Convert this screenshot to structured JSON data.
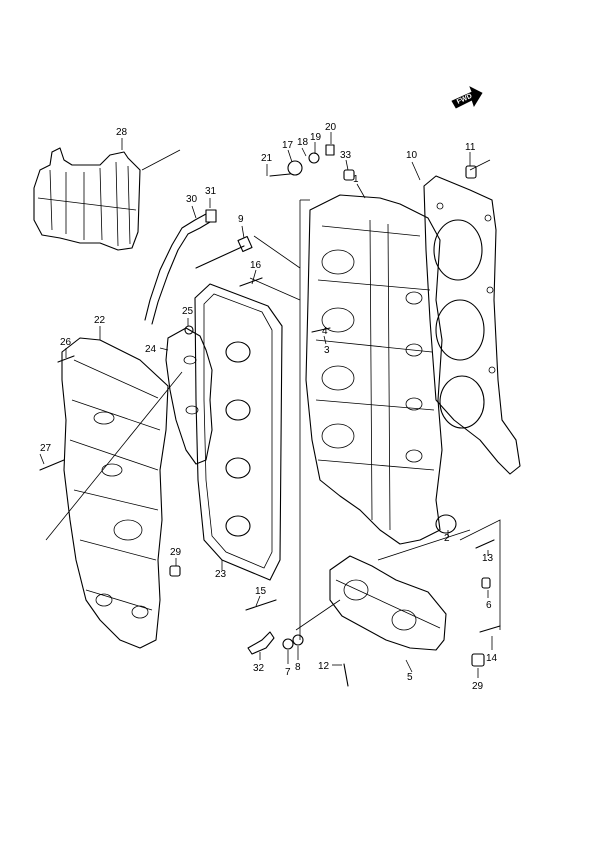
{
  "diagram": {
    "fwd_label": "FWD",
    "callouts": [
      {
        "id": "c28",
        "text": "28"
      },
      {
        "id": "c31",
        "text": "31"
      },
      {
        "id": "c30",
        "text": "30"
      },
      {
        "id": "c9",
        "text": "9"
      },
      {
        "id": "c21",
        "text": "21"
      },
      {
        "id": "c17",
        "text": "17"
      },
      {
        "id": "c18",
        "text": "18"
      },
      {
        "id": "c19",
        "text": "19"
      },
      {
        "id": "c20",
        "text": "20"
      },
      {
        "id": "c33",
        "text": "33"
      },
      {
        "id": "c1",
        "text": "1"
      },
      {
        "id": "c10",
        "text": "10"
      },
      {
        "id": "c11",
        "text": "11"
      },
      {
        "id": "c16",
        "text": "16"
      },
      {
        "id": "c25",
        "text": "25"
      },
      {
        "id": "c22",
        "text": "22"
      },
      {
        "id": "c26",
        "text": "26"
      },
      {
        "id": "c24",
        "text": "24"
      },
      {
        "id": "c3",
        "text": "3"
      },
      {
        "id": "c4",
        "text": "4"
      },
      {
        "id": "c27",
        "text": "27"
      },
      {
        "id": "c2",
        "text": "2"
      },
      {
        "id": "c13",
        "text": "13"
      },
      {
        "id": "c29a",
        "text": "29"
      },
      {
        "id": "c23",
        "text": "23"
      },
      {
        "id": "c6",
        "text": "6"
      },
      {
        "id": "c15",
        "text": "15"
      },
      {
        "id": "c14",
        "text": "14"
      },
      {
        "id": "c32",
        "text": "32"
      },
      {
        "id": "c7",
        "text": "7"
      },
      {
        "id": "c8",
        "text": "8"
      },
      {
        "id": "c12",
        "text": "12"
      },
      {
        "id": "c5",
        "text": "5"
      },
      {
        "id": "c29b",
        "text": "29"
      }
    ]
  }
}
